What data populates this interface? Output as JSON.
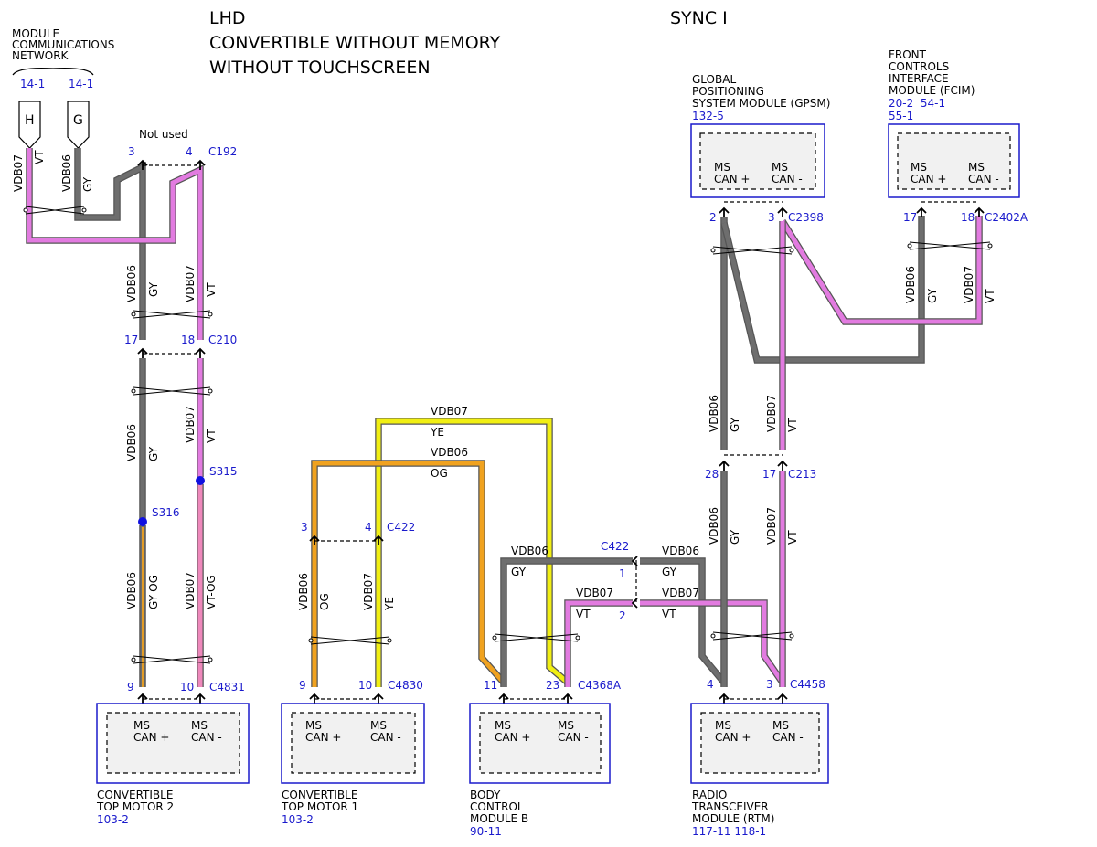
{
  "title": {
    "left": [
      "LHD",
      "CONVERTIBLE WITHOUT MEMORY",
      "WITHOUT TOUCHSCREEN"
    ],
    "right": "SYNC I"
  },
  "network": {
    "label": [
      "MODULE",
      "COMMUNICATIONS",
      "NETWORK"
    ],
    "refs": [
      "14-1",
      "14-1"
    ],
    "connectors": [
      "H",
      "G"
    ]
  },
  "not_used": "Not used",
  "colors": {
    "gray": "#6e6e6e",
    "violet": "#e27be0",
    "yellow": "#f1ef13",
    "orange": "#f0a21f",
    "pink": "#ee88bb",
    "link": "#1a1acc"
  },
  "modules": {
    "gpsm": {
      "name": [
        "GLOBAL",
        "POSITIONING",
        "SYSTEM MODULE (GPSM)"
      ],
      "refs": "132-5",
      "pin1": [
        "MS",
        "CAN +"
      ],
      "pin2": [
        "MS",
        "CAN -"
      ]
    },
    "fcim": {
      "name": [
        "FRONT",
        "CONTROLS",
        "INTERFACE",
        "MODULE (FCIM)"
      ],
      "refs": [
        "20-2  54-1",
        "55-1"
      ],
      "pin1": [
        "MS",
        "CAN +"
      ],
      "pin2": [
        "MS",
        "CAN -"
      ]
    },
    "ctm2": {
      "name": [
        "CONVERTIBLE",
        "TOP MOTOR 2"
      ],
      "refs": "103-2",
      "pin1": [
        "MS",
        "CAN +"
      ],
      "pin2": [
        "MS",
        "CAN -"
      ]
    },
    "ctm1": {
      "name": [
        "CONVERTIBLE",
        "TOP MOTOR 1"
      ],
      "refs": "103-2",
      "pin1": [
        "MS",
        "CAN +"
      ],
      "pin2": [
        "MS",
        "CAN -"
      ]
    },
    "bcmb": {
      "name": [
        "BODY",
        "CONTROL",
        "MODULE B"
      ],
      "refs": "90-11",
      "pin1": [
        "MS",
        "CAN +"
      ],
      "pin2": [
        "MS",
        "CAN -"
      ]
    },
    "rtm": {
      "name": [
        "RADIO",
        "TRANSCEIVER",
        "MODULE (RTM)"
      ],
      "refs": "117-11 118-1",
      "pin1": [
        "MS",
        "CAN +"
      ],
      "pin2": [
        "MS",
        "CAN -"
      ]
    }
  },
  "connectors": {
    "c192": {
      "name": "C192",
      "pins": [
        "3",
        "4"
      ]
    },
    "c210": {
      "name": "C210",
      "pins": [
        "17",
        "18"
      ]
    },
    "c4831": {
      "name": "C4831",
      "pins": [
        "9",
        "10"
      ]
    },
    "c422a": {
      "name": "C422",
      "pins": [
        "3",
        "4"
      ]
    },
    "c4830": {
      "name": "C4830",
      "pins": [
        "9",
        "10"
      ]
    },
    "c422b": {
      "name": "C422",
      "pins": [
        "1",
        "2"
      ]
    },
    "c4368a": {
      "name": "C4368A",
      "pins": [
        "11",
        "23"
      ]
    },
    "c2398": {
      "name": "C2398",
      "pins": [
        "2",
        "3"
      ]
    },
    "c2402a": {
      "name": "C2402A",
      "pins": [
        "17",
        "18"
      ]
    },
    "c213": {
      "name": "C213",
      "pins": [
        "28",
        "17"
      ]
    },
    "c4458": {
      "name": "C4458",
      "pins": [
        "4",
        "3"
      ]
    }
  },
  "splices": [
    "S316",
    "S315"
  ],
  "wires": {
    "vdb06": "VDB06",
    "vdb07": "VDB07",
    "gy": "GY",
    "vt": "VT",
    "ye": "YE",
    "og": "OG",
    "gy_og": "GY-OG",
    "vt_og": "VT-OG"
  }
}
